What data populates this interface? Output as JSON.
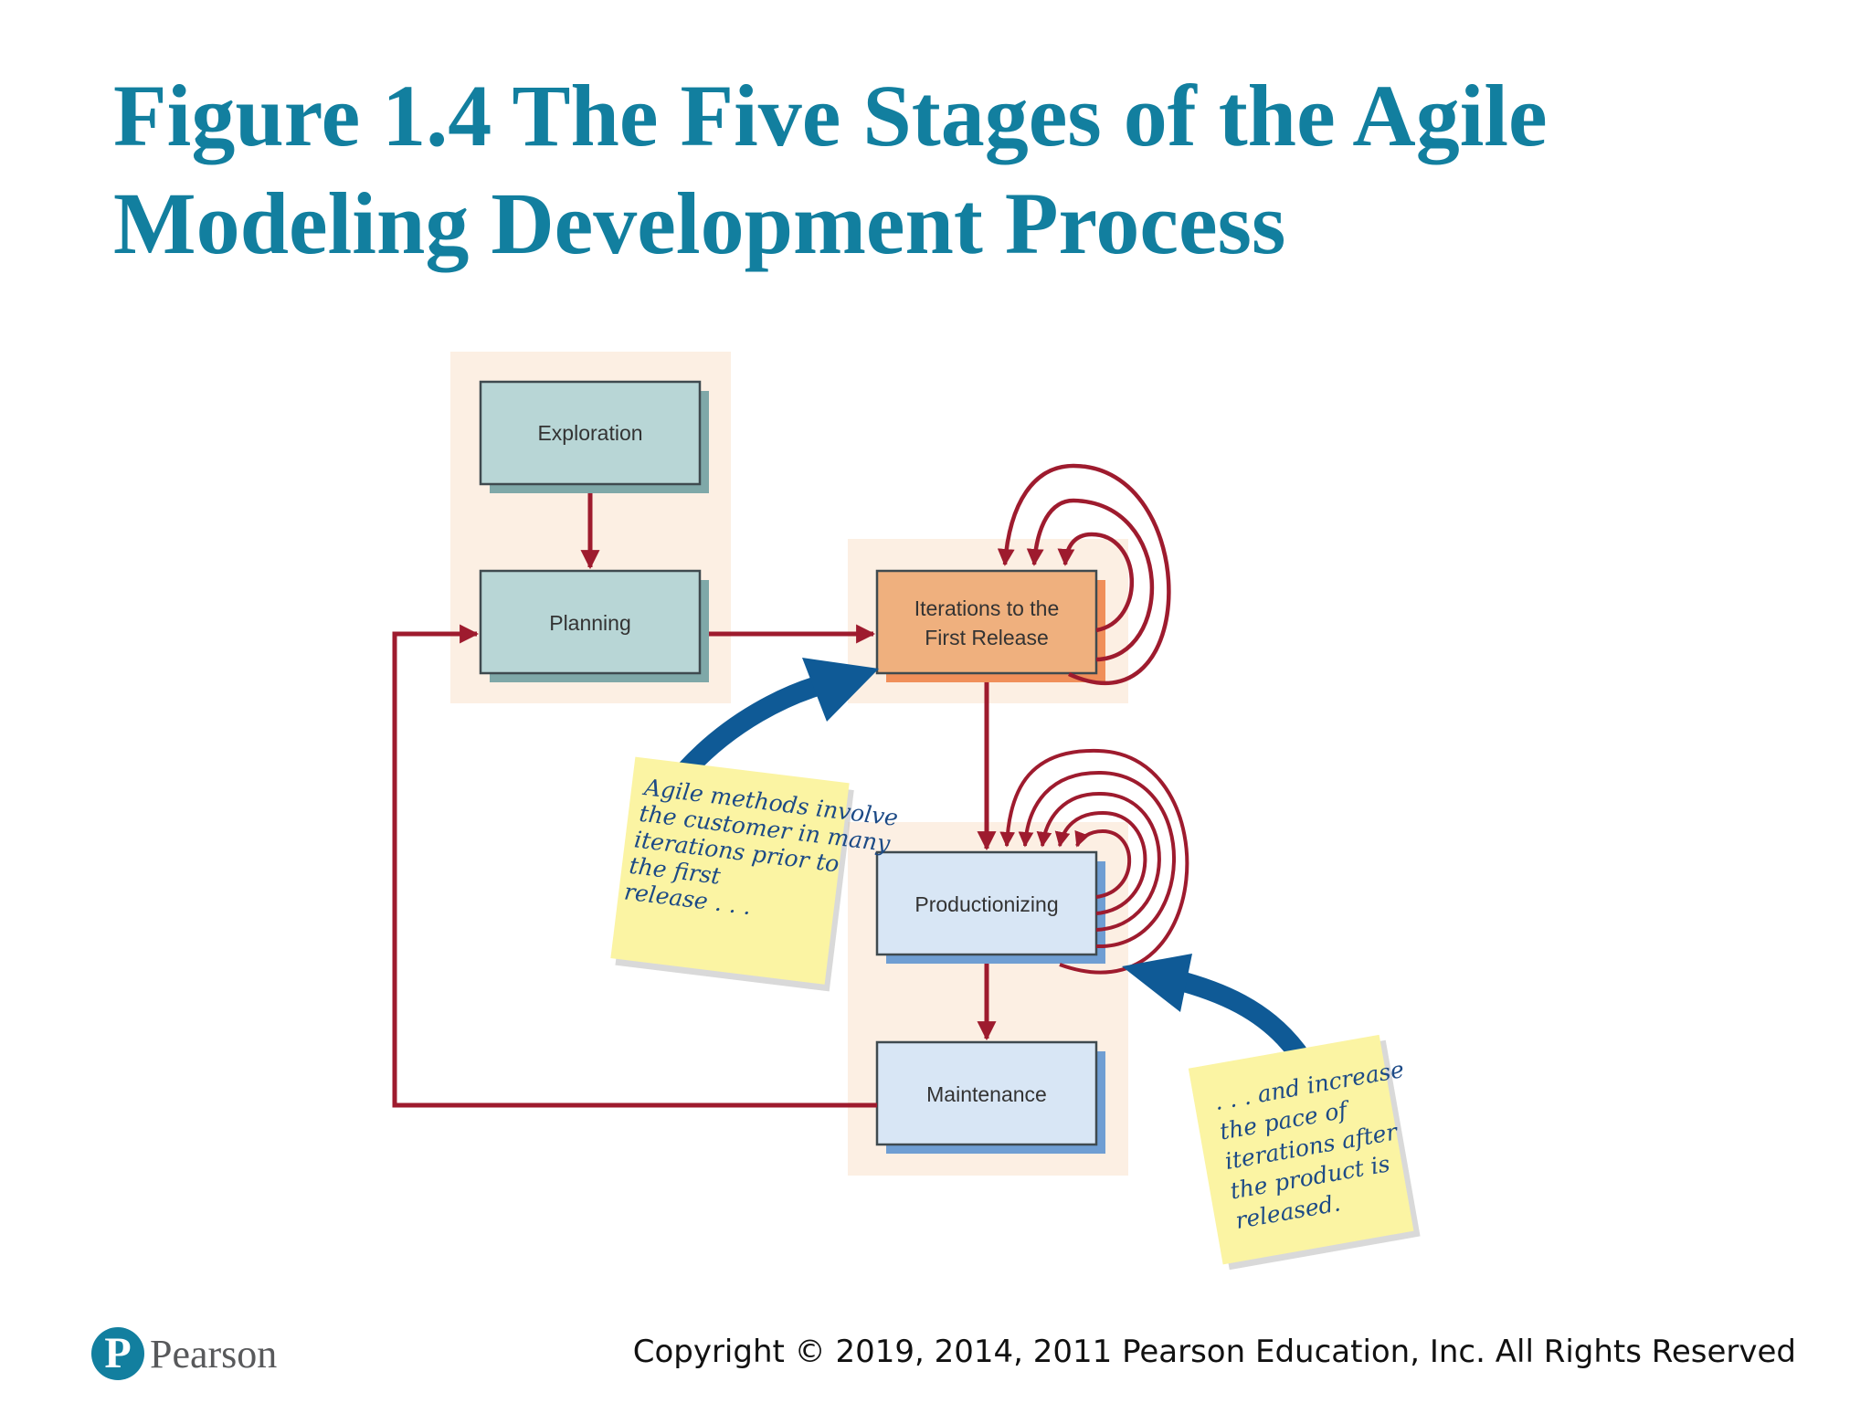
{
  "title": {
    "line1": "Figure 1.4 The Five Stages of the Agile",
    "line2": "Modeling Development Process"
  },
  "stages": {
    "exploration": "Exploration",
    "planning": "Planning",
    "iterations_line1": "Iterations to the",
    "iterations_line2": "First Release",
    "productionizing": "Productionizing",
    "maintenance": "Maintenance"
  },
  "notes": {
    "left": [
      "Agile methods involve",
      "the customer in many",
      "iterations prior to",
      "the first",
      "release . . ."
    ],
    "right": [
      ". . . and increase",
      "the pace of",
      "iterations after",
      "the product is",
      "released."
    ]
  },
  "colors": {
    "title": "#127f9f",
    "arrow_red": "#9e1b2e",
    "arrow_blue": "#0f5a96",
    "panel_bg": "#fcefe3",
    "box_teal": "#b8d6d6",
    "box_orange": "#efb07e",
    "box_blue": "#d8e6f5",
    "note_yellow": "#fbf4a3"
  },
  "footer": {
    "logo_letter": "P",
    "logo_text": "Pearson",
    "copyright": "Copyright © 2019, 2014, 2011 Pearson Education, Inc. All Rights Reserved"
  }
}
